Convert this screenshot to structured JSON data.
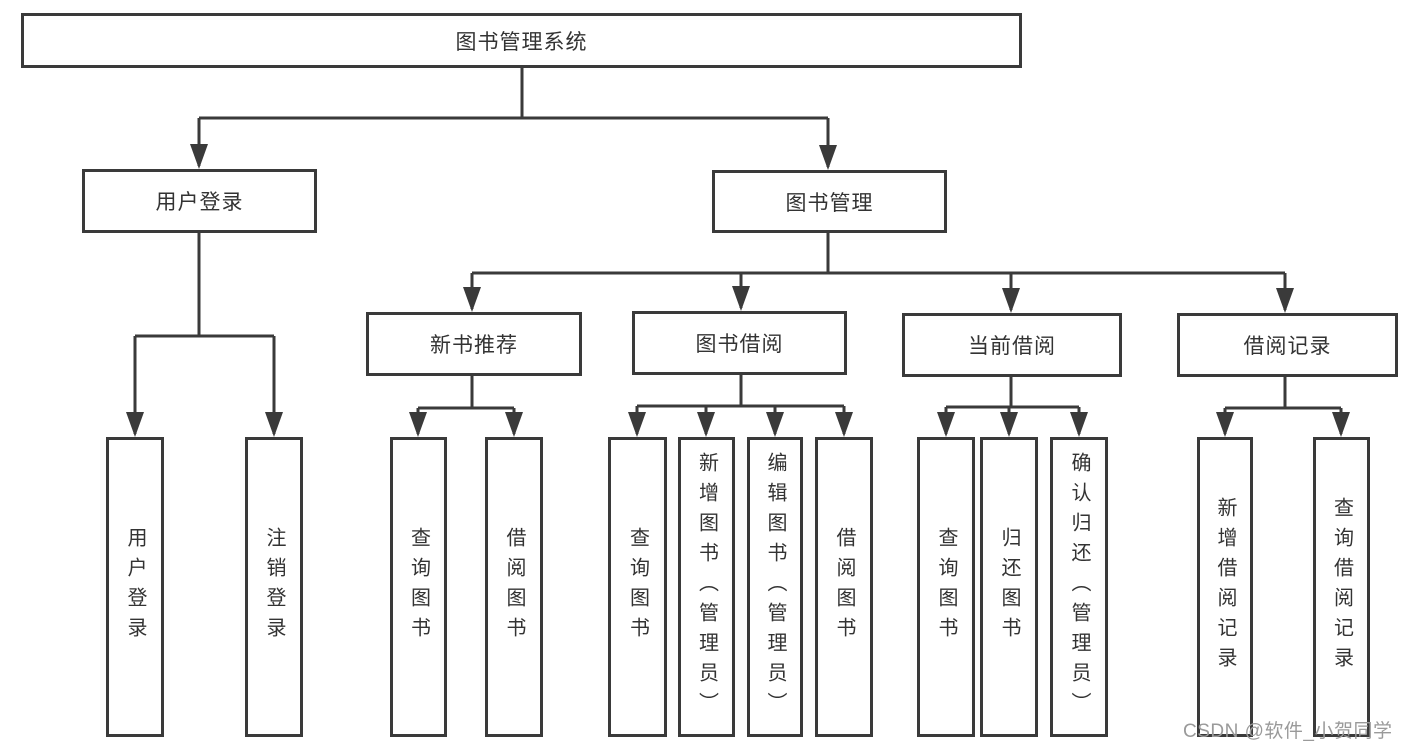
{
  "diagram": {
    "root": {
      "label": "图书管理系统"
    },
    "level2": [
      {
        "label": "用户登录",
        "children": [
          "用户登录",
          "注销登录"
        ]
      },
      {
        "label": "图书管理"
      }
    ],
    "level3": [
      {
        "label": "新书推荐",
        "children": [
          "查询图书",
          "借阅图书"
        ]
      },
      {
        "label": "图书借阅",
        "children": [
          "查询图书",
          "新增图书（管理员）",
          "编辑图书（管理员）",
          "借阅图书"
        ]
      },
      {
        "label": "当前借阅",
        "children": [
          "查询图书",
          "归还图书",
          "确认归还（管理员）"
        ]
      },
      {
        "label": "借阅记录",
        "children": [
          "新增借阅记录",
          "查询借阅记录"
        ]
      }
    ],
    "watermark": "CSDN @软件_小贺同学",
    "colors": {
      "line": "#3a3a3a",
      "text": "#333333",
      "watermark": "#9a9a9a",
      "background": "#ffffff"
    }
  }
}
